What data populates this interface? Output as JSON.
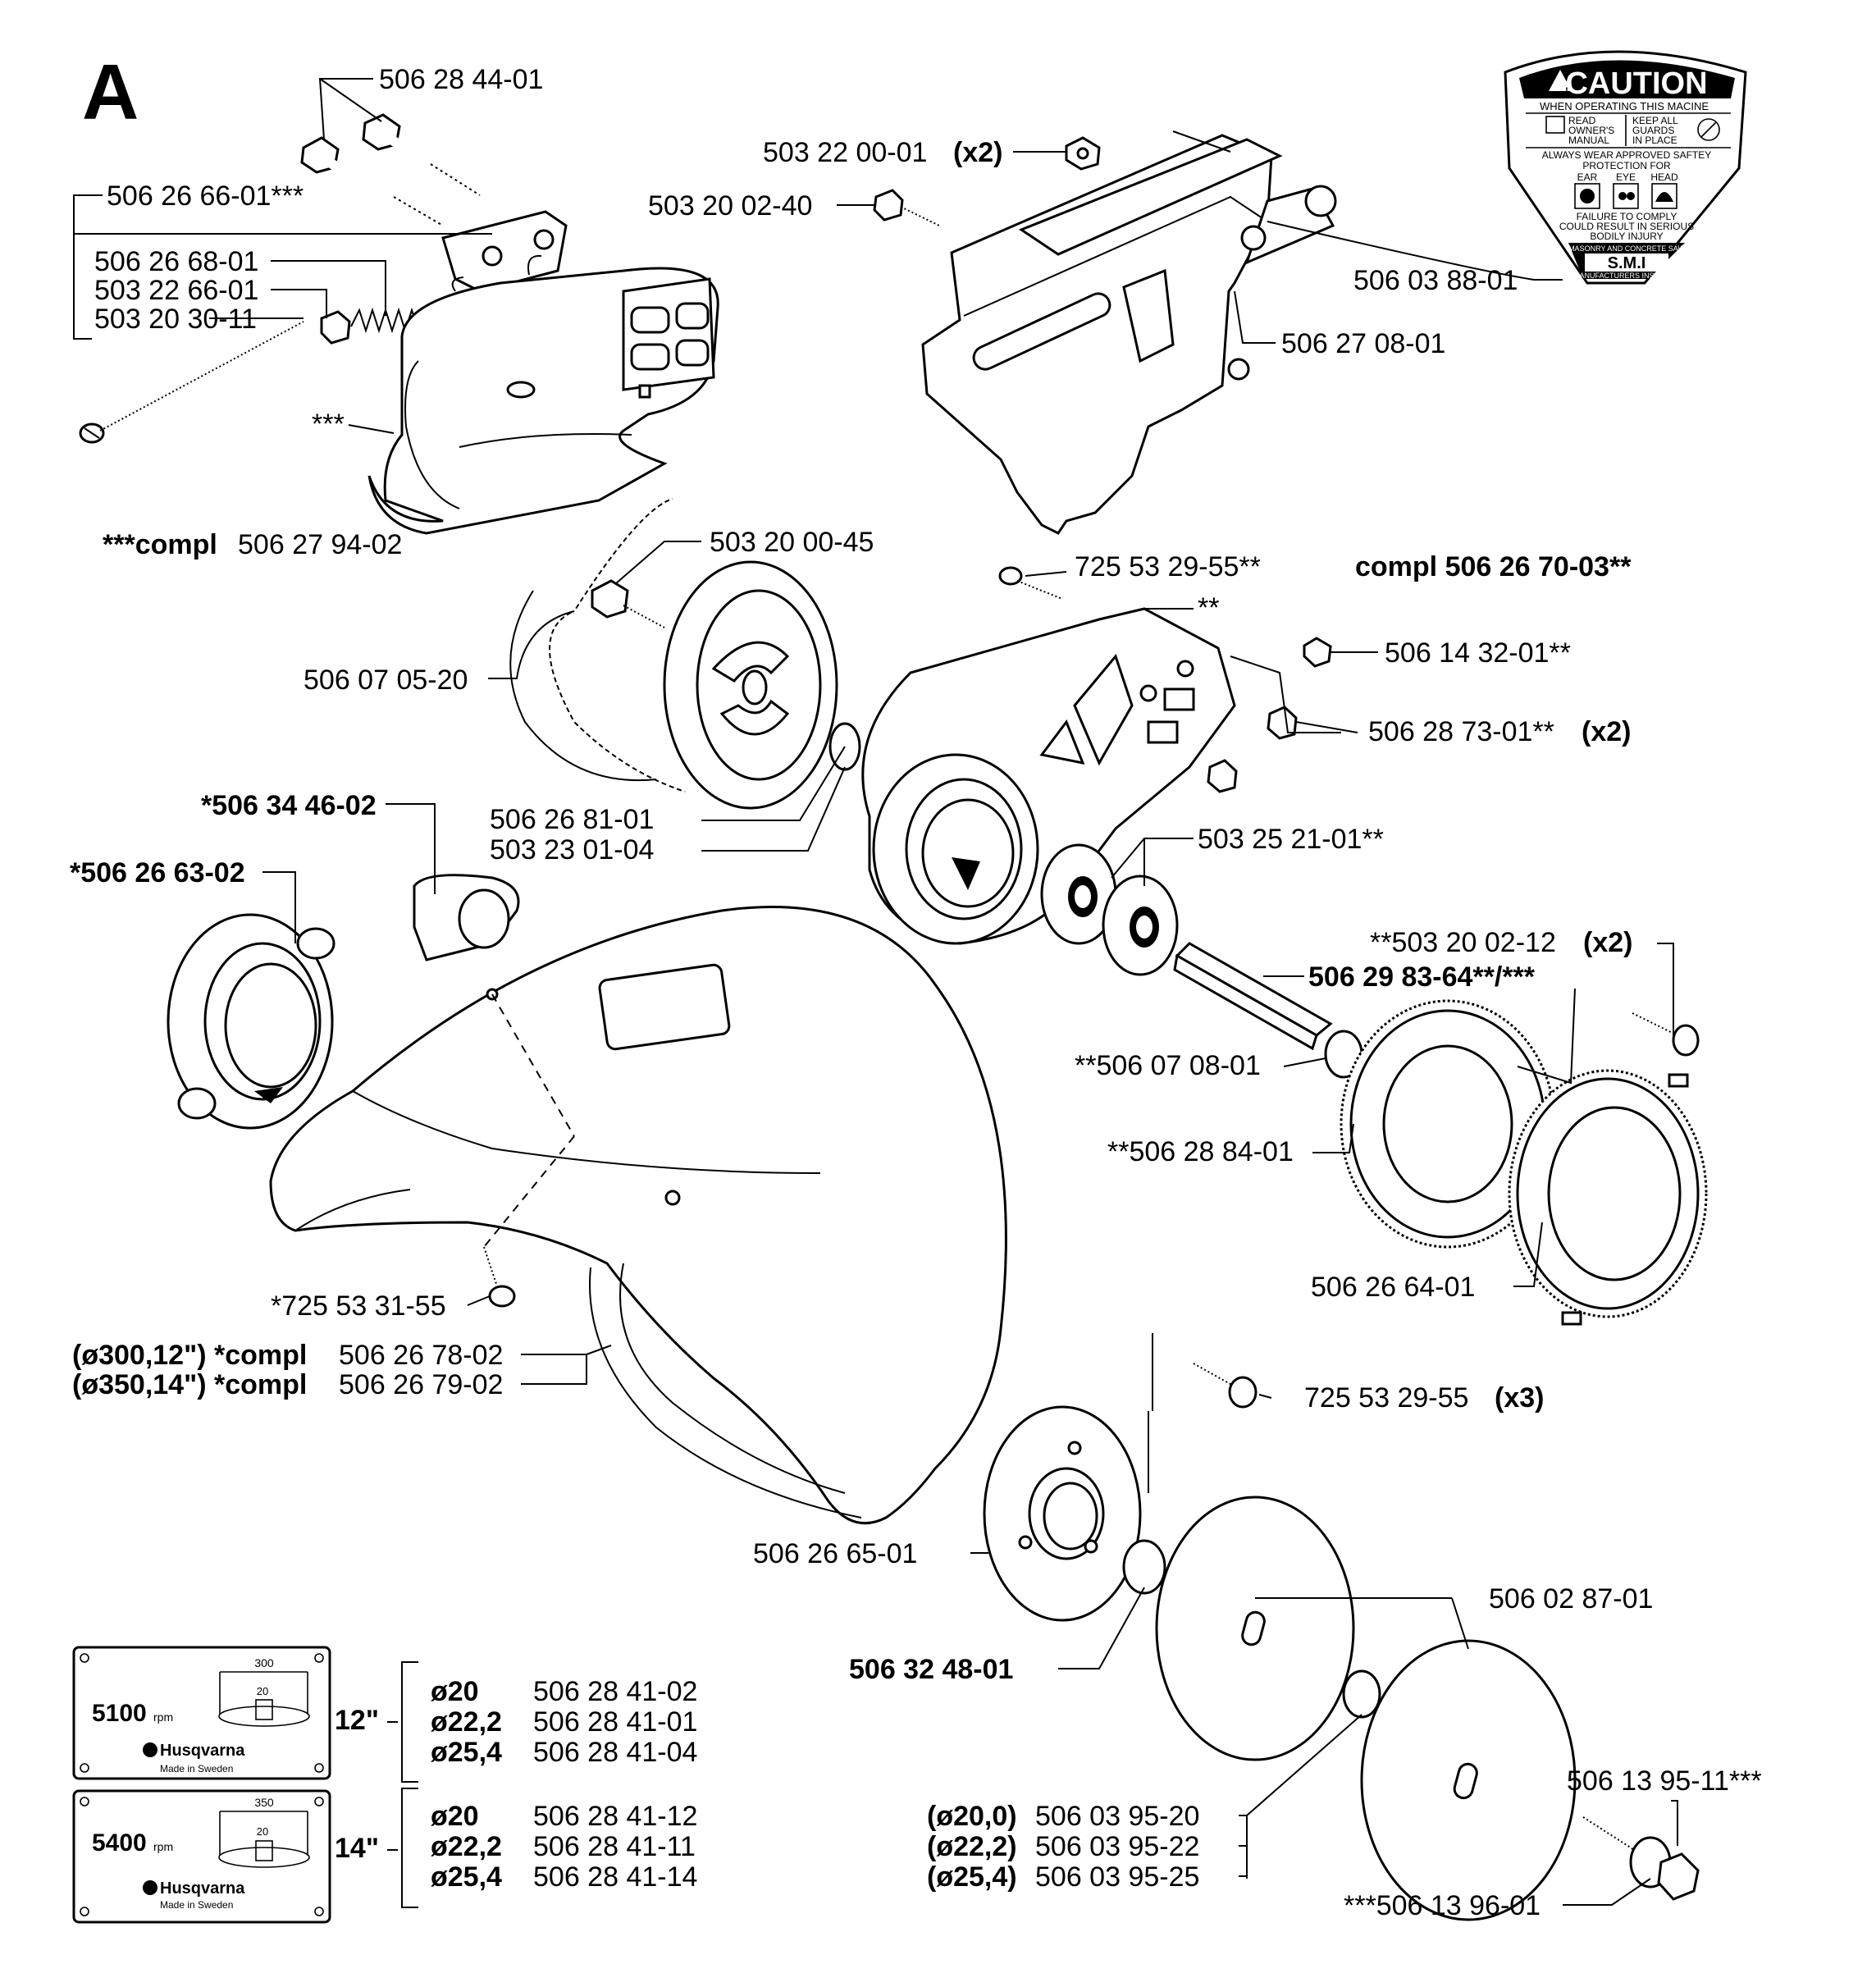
{
  "section_letter": "A",
  "caution": {
    "title": "CAUTION",
    "line1": "WHEN OPERATING THIS MACINE",
    "read1": "READ",
    "read2": "OWNER'S",
    "read3": "MANUAL",
    "keep1": "KEEP ALL",
    "keep2": "GUARDS",
    "keep3": "IN PLACE",
    "wear1": "ALWAYS WEAR APPROVED SAFTEY",
    "wear2": "PROTECTION FOR",
    "ear": "EAR",
    "eye": "EYE",
    "head": "HEAD",
    "fail1": "FAILURE TO COMPLY",
    "fail2": "COULD RESULT IN SERIOUS",
    "fail3": "BODILY INJURY",
    "masonry": "MASONRY AND CONCRETE SAW",
    "smi": "S.M.I",
    "manuf": "MANUFACTURERS INSTITUTE"
  },
  "labels": {
    "p506284401": "506 28 44-01",
    "p506266601": "506 26 66-01***",
    "p506266801": "506 26 68-01",
    "p503226601": "503 22 66-01",
    "p503203011": "503 20 30-11",
    "stars3": "***",
    "compl_pre": "***compl",
    "compl_num": "506 27 94-02",
    "p503220001": "503 22 00-01",
    "x2a": "(x2)",
    "p503200240": "503 20 02-40",
    "p506038801": "506 03 88-01",
    "p506270801": "506 27 08-01",
    "p503200045": "503 20 00-45",
    "p725532955a": "725 53 29-55**",
    "compl_b": "compl 506 26 70-03**",
    "stars2": "**",
    "p506143201": "506 14 32-01**",
    "p506287301": "506 28 73-01**",
    "x2b": "(x2)",
    "p506070520": "506 07 05-20",
    "p506268101": "506 26 81-01",
    "p503230104": "503 23 01-04",
    "p503252101": "503 25 21-01**",
    "p506344602": "*506 34 46-02",
    "p506266302": "*506 26 63-02",
    "p503200212": "**503 20 02-12",
    "x2c": "(x2)",
    "p506298364": "506 29 83-64**/***",
    "p506070801": "**506 07 08-01",
    "p506288401": "**506 28 84-01",
    "p506266401": "506 26 64-01",
    "p725533155": "*725 53 31-55",
    "g300_pre": "(ø300,12\") *compl",
    "g300_num": "506 26 78-02",
    "g350_pre": "(ø350,14\") *compl",
    "g350_num": "506 26 79-02",
    "p725532955b": "725 53 29-55",
    "x3": "(x3)",
    "p506266501": "506 26 65-01",
    "p506324801": "506 32 48-01",
    "p506028701": "506 02 87-01",
    "p506139511": "506 13 95-11***",
    "d200_pre": "(ø20,0)",
    "d200_num": "506 03 95-20",
    "d222_pre": "(ø22,2)",
    "d222_num": "506 03 95-22",
    "d254_pre": "(ø25,4)",
    "d254_num": "506 03 95-25",
    "p506139601": "***506 13 96-01"
  },
  "decals": [
    {
      "rpm_value": "5100",
      "rpm_unit": "rpm",
      "dia_outer": "300",
      "dia_inner": "20",
      "brand": "Husqvarna",
      "made": "Made in Sweden",
      "size": "12\"",
      "options": [
        {
          "bore": "ø20",
          "part": "506 28 41-02"
        },
        {
          "bore": "ø22,2",
          "part": "506 28 41-01"
        },
        {
          "bore": "ø25,4",
          "part": "506 28 41-04"
        }
      ]
    },
    {
      "rpm_value": "5400",
      "rpm_unit": "rpm",
      "dia_outer": "350",
      "dia_inner": "20",
      "brand": "Husqvarna",
      "made": "Made in Sweden",
      "size": "14\"",
      "options": [
        {
          "bore": "ø20",
          "part": "506 28 41-12"
        },
        {
          "bore": "ø22,2",
          "part": "506 28 41-11"
        },
        {
          "bore": "ø25,4",
          "part": "506 28 41-14"
        }
      ]
    }
  ]
}
